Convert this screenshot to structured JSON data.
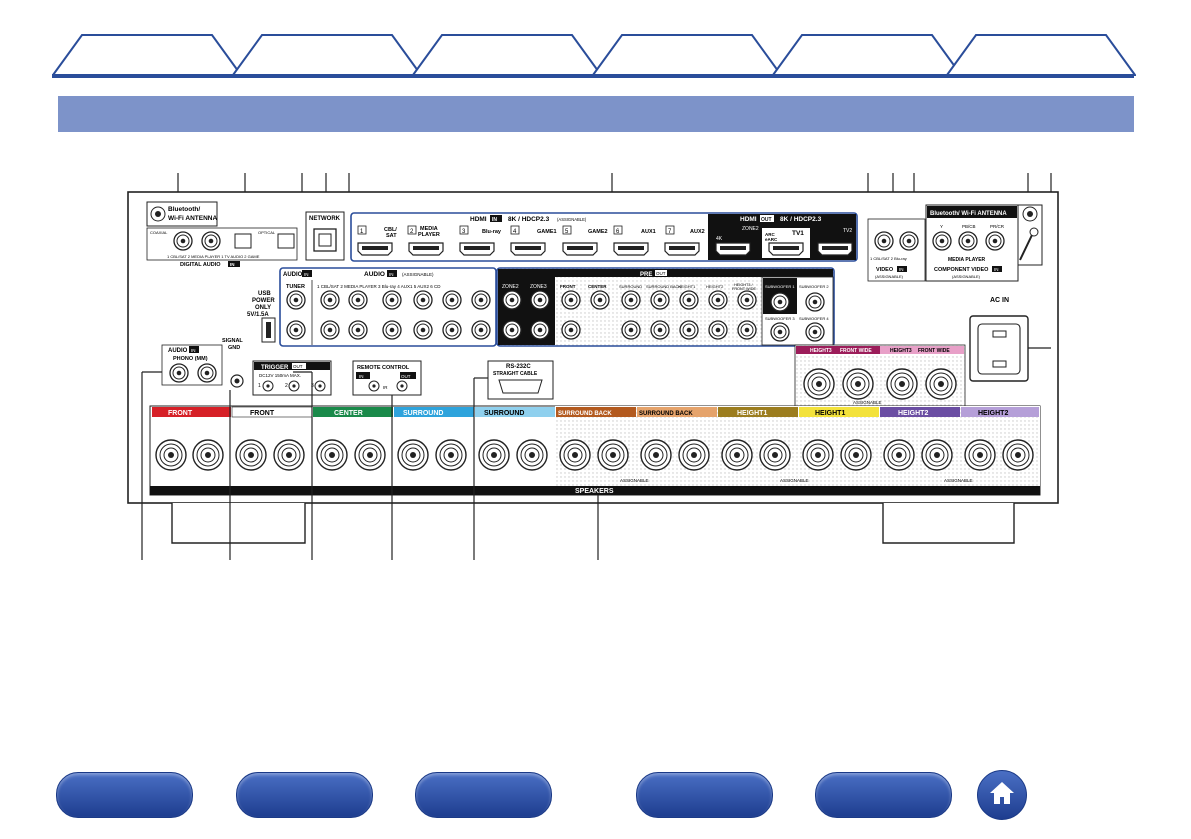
{
  "tabs": [
    "",
    "",
    "",
    "",
    "",
    ""
  ],
  "colors": {
    "accent": "#2a4d9a",
    "section_bar": "#7d93c9",
    "tab_fill": "#ffffff"
  },
  "panel": {
    "antenna_label": "Bluetooth/ Wi-Fi ANTENNA",
    "network_label": "NETWORK",
    "hdmi_in_title": "HDMI",
    "hdmi_in_badge": "IN",
    "hdmi_in_spec": "8K / HDCP2.3",
    "hdmi_in_assignable": "(ASSIGNABLE)",
    "hdmi_out_title": "HDMI",
    "hdmi_out_badge": "OUT",
    "hdmi_out_spec": "8K / HDCP2.3",
    "hdmi_inputs": [
      "CBL/ SAT",
      "MEDIA PLAYER",
      "Blu-ray",
      "GAME1",
      "GAME2",
      "AUX1",
      "AUX2"
    ],
    "hdmi_input_numbers": [
      "1",
      "2",
      "3",
      "4",
      "5",
      "6",
      "7"
    ],
    "hdmi_outputs": [
      "4K",
      "ZONE2",
      "TV1",
      "TV2"
    ],
    "arc_label": "ARC eARC",
    "digital_audio": [
      "COAXIAL",
      "1 CBL/SAT",
      "2 MEDIA PLAYER",
      "OPTICAL",
      "1 TV AUDIO",
      "2 GAME"
    ],
    "digital_audio_label": "DIGITAL AUDIO",
    "usb_label": [
      "USB",
      "POWER",
      "ONLY",
      "5V/1.5A"
    ],
    "audio_in_label": "AUDIO",
    "audio_in_badge": "IN",
    "tuner_label": "TUNER",
    "audio_assignable_title": "AUDIO",
    "audio_assignable_note": "(ASSIGNABLE)",
    "audio_inputs": [
      "1 CBL/SAT",
      "2 MEDIA PLAYER",
      "3 Blu-ray",
      "4 AUX1",
      "5 AUX2",
      "6 CD"
    ],
    "pre_out_label": "PRE",
    "pre_out_badge": "OUT",
    "pre_outs": [
      "ZONE2",
      "ZONE3",
      "FRONT",
      "CENTER",
      "SURROUND",
      "SURROUND BACK",
      "HEIGHT1",
      "HEIGHT2",
      "HEIGHT3 / FRONT WIDE",
      "SUBWOOFER 1",
      "SUBWOOFER 2",
      "SUBWOOFER 3",
      "SUBWOOFER 4"
    ],
    "video_label": "VIDEO",
    "video_inputs": [
      "1 CBL/SAT",
      "2 Blu-ray"
    ],
    "video_assignable": "(ASSIGNABLE)",
    "component_labels": [
      "Y",
      "PB/CB",
      "PR/CR"
    ],
    "component_title": "MEDIA PLAYER",
    "component_video": "COMPONENT VIDEO",
    "ac_in": "AC IN",
    "phono_label": "PHONO (MM)",
    "signal_gnd": "SIGNAL GND",
    "trigger_label": "TRIGGER",
    "trigger_badge": "OUT",
    "trigger_spec": "DC12V 150mA MAX.",
    "trigger_numbers": [
      "1",
      "2",
      "3"
    ],
    "remote_label": "REMOTE CONTROL",
    "remote_in": "IN",
    "remote_ir": "IR",
    "remote_out": "OUT",
    "rs232c": "RS-232C",
    "straight_cable": "STRAIGHT CABLE",
    "speakers_label": "SPEAKERS",
    "assignable": "ASSIGNABLE",
    "speaker_groups": [
      {
        "name": "FRONT",
        "side": "R",
        "color": "#d62027"
      },
      {
        "name": "FRONT",
        "side": "L",
        "color": "#ffffff"
      },
      {
        "name": "CENTER",
        "side": "",
        "color": "#1a8a4a"
      },
      {
        "name": "SURROUND",
        "side": "R",
        "color": "#2ea3dc"
      },
      {
        "name": "SURROUND",
        "side": "L",
        "color": "#8fd0ee"
      },
      {
        "name": "SURROUND BACK",
        "side": "R",
        "color": "#b35a1f"
      },
      {
        "name": "SURROUND BACK",
        "side": "L",
        "color": "#e5a36b"
      },
      {
        "name": "HEIGHT1",
        "side": "R",
        "color": "#9c7d1f"
      },
      {
        "name": "HEIGHT1",
        "side": "L",
        "color": "#f3e23c"
      },
      {
        "name": "HEIGHT2",
        "side": "R",
        "color": "#6b4ea3"
      },
      {
        "name": "HEIGHT2",
        "side": "L",
        "color": "#b59fd8"
      }
    ],
    "height3_labels": [
      "HEIGHT3",
      "FRONT WIDE",
      "HEIGHT3",
      "FRONT WIDE"
    ]
  },
  "nav_buttons": [
    "",
    "",
    "",
    "",
    ""
  ],
  "home_icon": "home-icon"
}
